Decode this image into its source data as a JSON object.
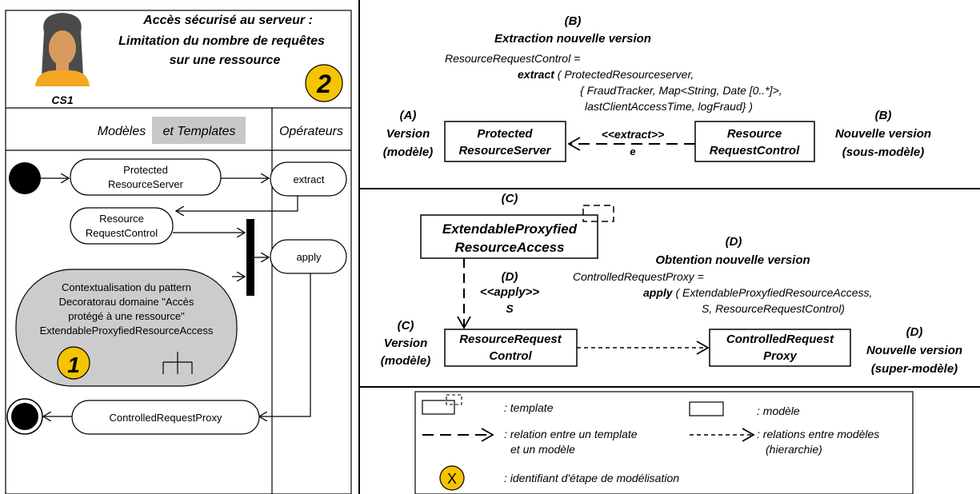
{
  "left_panel": {
    "title": [
      "Accès sécurisé au serveur :",
      "Limitation du nombre de requêtes",
      "sur une ressource"
    ],
    "step_number": "2",
    "actor_label": "CS1",
    "col_models_label": "Modèles",
    "col_templates_label": "et Templates",
    "col_operators_label": "Opérateurs",
    "nodes": {
      "protected_server": [
        "Protected",
        "ResourceServer"
      ],
      "resource_request_control": [
        "Resource",
        "RequestControl"
      ],
      "controlled_request_proxy": "ControlledRequestProxy",
      "extract_op": "extract",
      "apply_op": "apply"
    },
    "context_bubble": {
      "lines": [
        "Contextualisation du pattern",
        "Decoratorau domaine \"Accès",
        "protégé à une ressource\"",
        "ExtendableProxyfiedResourceAccess"
      ],
      "step_number": "1"
    }
  },
  "section_b": {
    "header": "(B)",
    "title": "Extraction nouvelle version",
    "formula_lhs": "ResourceRequestControl =",
    "formula_keyword": "extract",
    "formula_line1": " ( ProtectedResourceserver,",
    "formula_line2": "{ FraudTracker, Map<String, Date [0..*]>,",
    "formula_line3": "lastClientAccessTime, logFraud} )",
    "left_tag": [
      "(A)",
      "Version",
      "(modèle)"
    ],
    "right_tag": [
      "(B)",
      "Nouvelle version",
      "(sous-modèle)"
    ],
    "source_box": [
      "Protected",
      "ResourceServer"
    ],
    "target_box": [
      "Resource",
      "RequestControl"
    ],
    "relation_label": "<<extract>>",
    "relation_sub": "e"
  },
  "section_cd": {
    "c_header": "(C)",
    "template_box": [
      "ExtendableProxyfied",
      "ResourceAccess"
    ],
    "d_header": "(D)",
    "d_title": "Obtention nouvelle version",
    "formula_lhs": "ControlledRequestProxy =",
    "formula_keyword": "apply",
    "formula_line1": " ( ExtendableProxyfiedResourceAccess,",
    "formula_line2": "S, ResourceRequestControl)",
    "apply_tag": [
      "(D)",
      "<<apply>>",
      "S"
    ],
    "left_tag": [
      "(C)",
      "Version",
      "(modèle)"
    ],
    "right_tag": [
      "(D)",
      "Nouvelle version",
      "(super-modèle)"
    ],
    "model_box": [
      "ResourceRequest",
      "Control"
    ],
    "result_box": [
      "ControlledRequest",
      "Proxy"
    ]
  },
  "legend": {
    "template": ": template",
    "model": ": modèle",
    "template_relation": [
      ": relation entre un template",
      "et un modèle"
    ],
    "model_relation": [
      ": relations entre modèles",
      "(hierarchie)"
    ],
    "step_id_symbol": "X",
    "step_id": ": identifiant d'étape de modélisation"
  },
  "colors": {
    "step_badge": "#f5c400",
    "bubble_fill": "#cccccc",
    "templates_highlight": "#c8c8c8",
    "avatar_skin": "#d99a5e",
    "avatar_hair": "#4a4a4a",
    "avatar_shirt": "#f5a623"
  }
}
